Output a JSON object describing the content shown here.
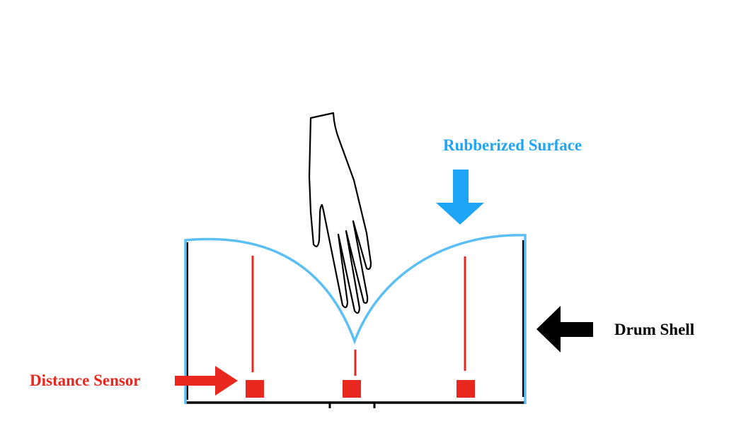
{
  "labels": {
    "surface": "Rubberized Surface",
    "shell": "Drum Shell",
    "sensor": "Distance Sensor"
  },
  "colors": {
    "surface": "#1ea5f5",
    "surface_line": "#5bbff5",
    "sensor": "#e8281e",
    "shell": "#000000"
  }
}
